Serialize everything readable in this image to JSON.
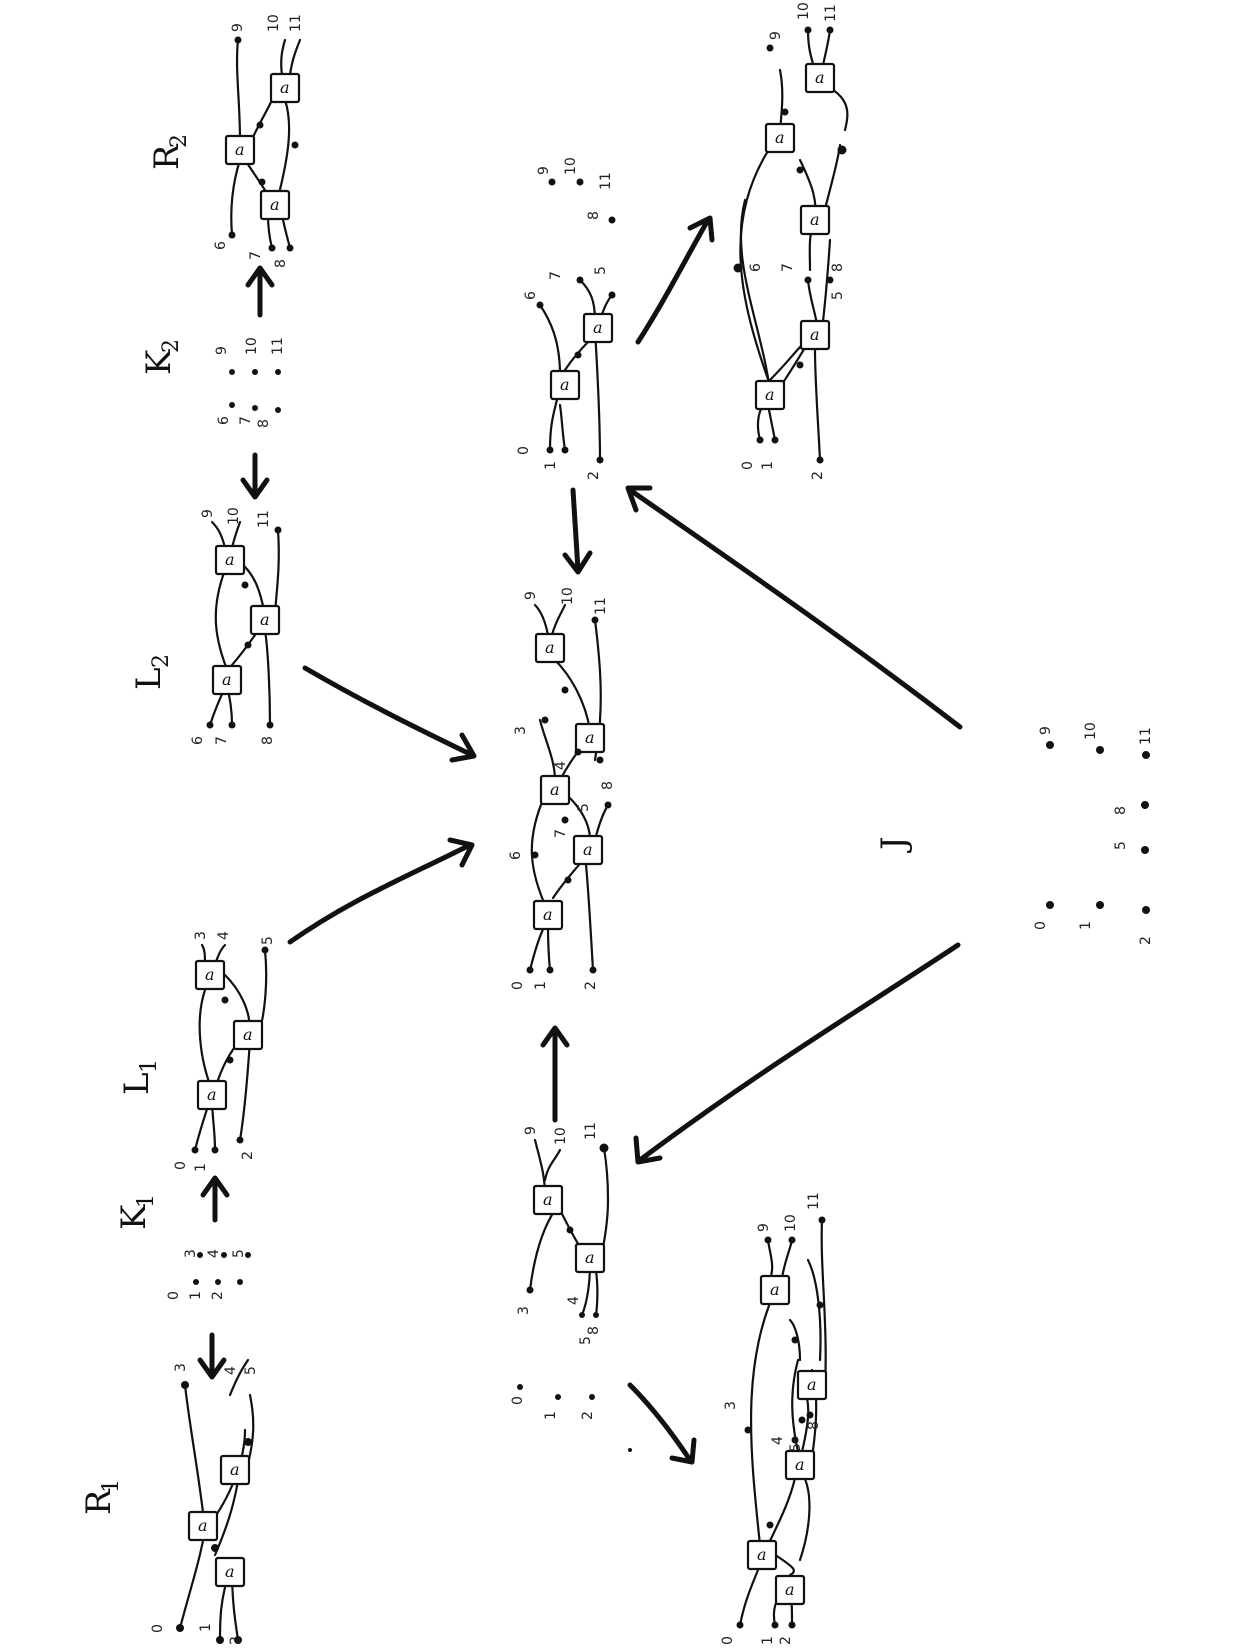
{
  "figure": {
    "span_labels": {
      "r1": "R",
      "r1_sub": "1",
      "k1": "K",
      "k1_sub": "1",
      "l1": "L",
      "l1_sub": "1",
      "l2": "L",
      "l2_sub": "2",
      "k2": "K",
      "k2_sub": "2",
      "r2": "R",
      "r2_sub": "2",
      "j": "J"
    },
    "generator_glyph": "a",
    "ports": [
      "0",
      "1",
      "2",
      "3",
      "4",
      "5",
      "6",
      "7",
      "8",
      "9",
      "10",
      "11"
    ]
  }
}
